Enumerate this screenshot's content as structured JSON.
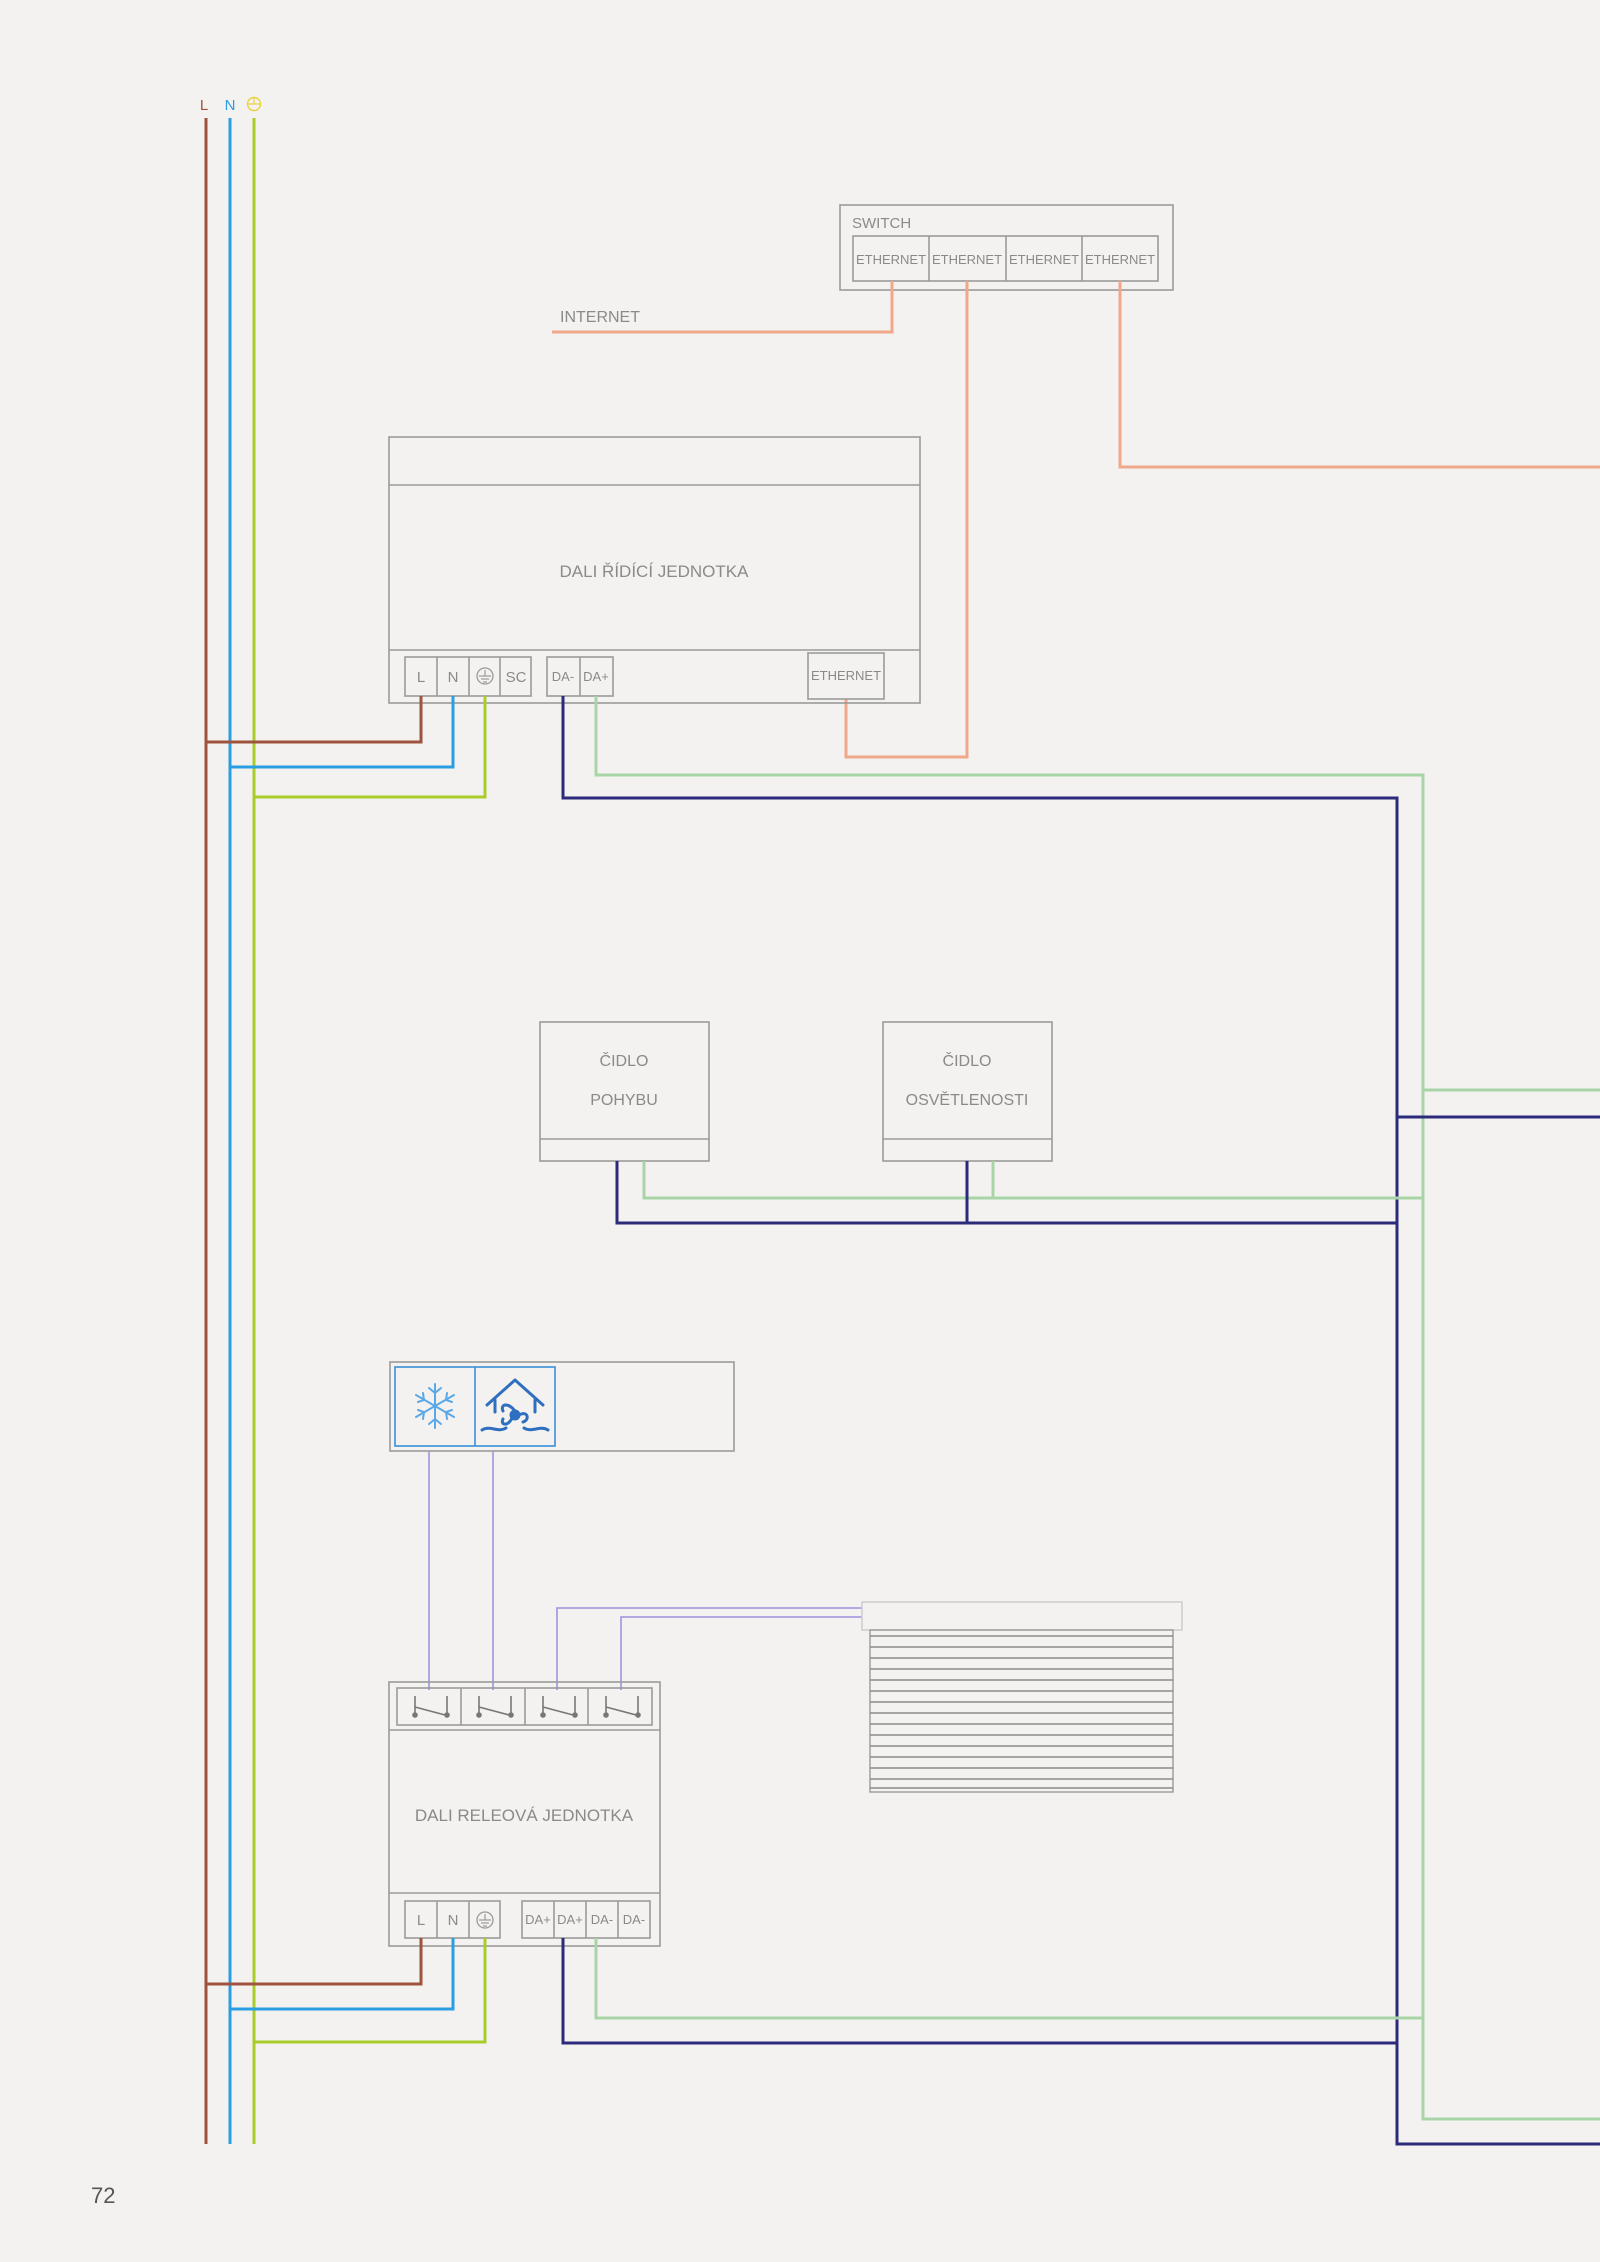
{
  "colors": {
    "background": "#f4f2f0",
    "live": "#a0533c",
    "neutral": "#2a9ee0",
    "earth": "#a9cc2a",
    "ethernet": "#f0a88a",
    "dali_minus": "#2c2a7a",
    "dali_plus": "#a8d5a8",
    "relay_wire": "#a89ee0",
    "box_stroke": "#9a9a9a",
    "icon_blue": "#3a8ed8"
  },
  "supply": {
    "live": "L",
    "neutral": "N",
    "earth_icon": "earth-symbol-icon"
  },
  "switch": {
    "title": "SWITCH",
    "ports": [
      "ETHERNET",
      "ETHERNET",
      "ETHERNET",
      "ETHERNET"
    ]
  },
  "internet_label": "INTERNET",
  "dali_controller": {
    "title": "DALI ŘÍDÍCÍ JEDNOTKA",
    "terminals": [
      "L",
      "N",
      "",
      "SC"
    ],
    "dali_terminals": [
      "DA-",
      "DA+"
    ],
    "ethernet_port": "ETHERNET"
  },
  "motion_sensor": {
    "line1": "ČIDLO",
    "line2": "POHYBU"
  },
  "light_sensor": {
    "line1": "ČIDLO",
    "line2": "OSVĚTLENOSTI"
  },
  "hvac_panel": {
    "icons": [
      "snowflake-icon",
      "house-ventilation-icon"
    ]
  },
  "relay_unit": {
    "title": "DALI RELEOVÁ JEDNOTKA",
    "terminals": [
      "L",
      "N",
      ""
    ],
    "dali_terminals": [
      "DA+",
      "DA+",
      "DA-",
      "DA-"
    ],
    "relay_contacts": 4
  },
  "blinds": {
    "icon": "window-blinds-icon"
  },
  "page_number": "72"
}
